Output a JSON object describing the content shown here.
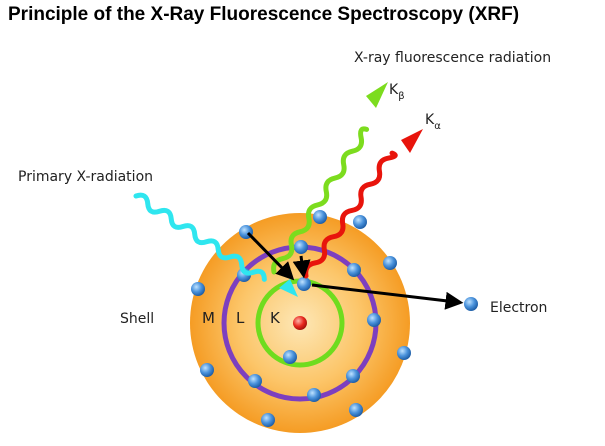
{
  "title": "Principle of the X-Ray Fluorescence Spectroscopy (XRF)",
  "labels": {
    "fluorescence": "X-ray fluorescence radiation",
    "primary": "Primary X-radiation",
    "shell": "Shell",
    "electron": "Electron",
    "kbeta": "K",
    "kbeta_sub": "β",
    "kalpha": "K",
    "kalpha_sub": "α",
    "shell_m": "M",
    "shell_l": "L",
    "shell_k": "K"
  },
  "colors": {
    "atom_outer": "#f7a02c",
    "atom_inner": "#fde2a8",
    "k_shell": "#6fdc1e",
    "l_shell": "#7d3fbf",
    "nucleus": "#e8281e",
    "electron": "#3f86d4",
    "primary_wave": "#2fe6ef",
    "kbeta_wave": "#7cdc1e",
    "kalpha_wave": "#e8140c",
    "arrow": "#000000"
  },
  "icons": {
    "wave": "wavy-arrow-icon",
    "electron": "electron-dot-icon",
    "nucleus": "nucleus-dot-icon"
  }
}
